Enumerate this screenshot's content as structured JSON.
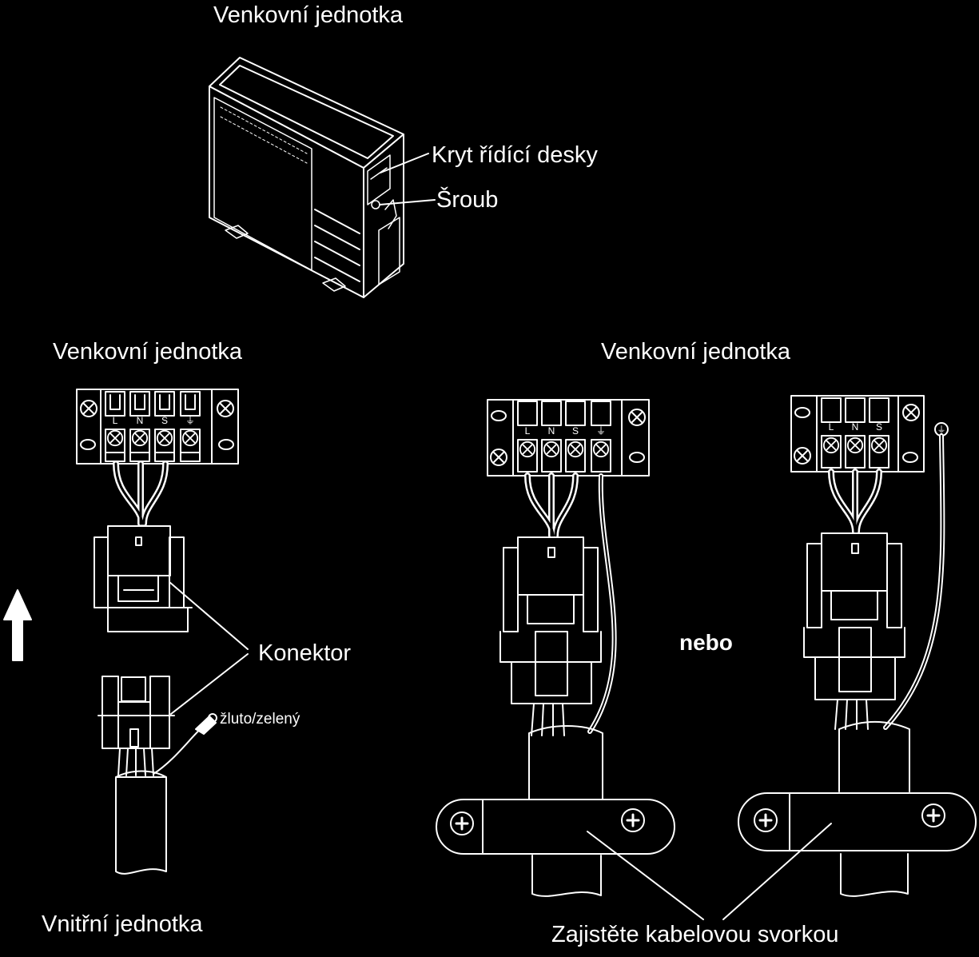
{
  "labels": {
    "top_unit": "Venkovní jednotka",
    "cover": "Kryt řídící desky",
    "screw": "Šroub",
    "left_unit": "Venkovní jednotka",
    "right_unit": "Venkovní jednotka",
    "connector": "Konektor",
    "wire_color": "žluto/zelený",
    "indoor_unit": "Vnitřní jednotka",
    "or": "nebo",
    "clamp_note": "Zajistěte kabelovou svorkou"
  },
  "terminals": {
    "four": [
      "L",
      "N",
      "S",
      "⏚"
    ],
    "three": [
      "L",
      "N",
      "S"
    ],
    "ground_symbol": "⏚"
  },
  "colors": {
    "background": "#000000",
    "line": "#ffffff"
  }
}
